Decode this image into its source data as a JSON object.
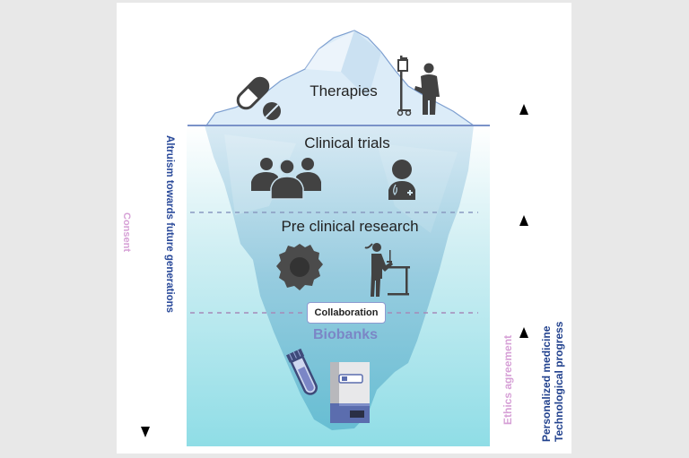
{
  "tiers": {
    "therapies": "Therapies",
    "clinical_trials": "Clinical trials",
    "preclinical": "Pre clinical research",
    "biobanks": "Biobanks"
  },
  "collaboration_label": "Collaboration",
  "left_axis": {
    "consent": "Consent",
    "altruism": "Altruism towards future generations",
    "arrow_direction": "down"
  },
  "right_axis": {
    "ethics": "Ethics agreement",
    "progress_line1": "Personalized medicine",
    "progress_line2": "Technological progress",
    "arrow_direction": "up",
    "arrow_count": 3
  },
  "icons": {
    "therapies": [
      "pill-capsule-icon",
      "iv-patient-icon"
    ],
    "clinical_trials": [
      "group-people-icon",
      "doctor-icon"
    ],
    "preclinical": [
      "cell-icon",
      "scientist-lab-icon"
    ],
    "biobanks": [
      "test-tube-icon",
      "freezer-icon"
    ]
  },
  "colors": {
    "page_background": "#e8e8e8",
    "water_top": "#ffffff",
    "water_bottom": "#8fdde6",
    "iceberg_above": "#dcecf8",
    "iceberg_edge": "#7d9fd0",
    "biobanks_text": "#7b86c6",
    "consent_text": "#d6a0d6",
    "altruism_text": "#2a4a9a",
    "icon_dark": "#424242"
  }
}
